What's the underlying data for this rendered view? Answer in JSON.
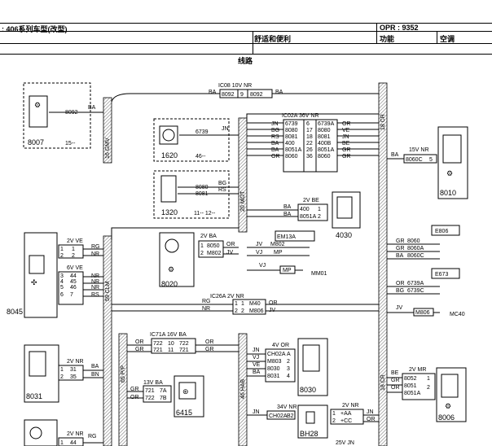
{
  "header": {
    "vehicle": ": 406系列车型(改型)",
    "opr": "OPR : 9352",
    "section": "舒适和便利",
    "function_label": "功能",
    "function_value": "空调",
    "wiring": "线路"
  },
  "components": [
    {
      "id": "8007",
      "label": "8007",
      "extra": "15--"
    },
    {
      "id": "1620",
      "label": "1620",
      "extra": "46--"
    },
    {
      "id": "1320",
      "label": "1320",
      "extra": "11-- 12--"
    },
    {
      "id": "8020",
      "label": "8020"
    },
    {
      "id": "8045",
      "label": "8045"
    },
    {
      "id": "8031",
      "label": "8031"
    },
    {
      "id": "6415",
      "label": "6415"
    },
    {
      "id": "8030",
      "label": "8030"
    },
    {
      "id": "4030",
      "label": "4030"
    },
    {
      "id": "8010",
      "label": "8010"
    },
    {
      "id": "8006",
      "label": "8006"
    },
    {
      "id": "BH28",
      "label": "BH28"
    }
  ],
  "bus_labels": [
    "16 GMV",
    "20 MOT",
    "59 CLM",
    "65 P/P",
    "46 HAB",
    "18 CR",
    "18 CR"
  ],
  "connectors": {
    "ic08": "IC08   10V NR",
    "ic02a": "IC02A  36V NR",
    "ic26a": "IC26A   2V NR",
    "ic71a": "IC71A  16V BA",
    "c2vbe": "2V BE",
    "c15vnr": "15V NR",
    "c2vba": "2V BA",
    "c2vve": "2V VE",
    "c6vve": "6V VE",
    "c2vnr_8031": "2V NR",
    "c13vba": "13V BA",
    "c4vor": "4V OR",
    "c34vnr": "34V NR",
    "c2vnr_bh": "2V NR",
    "c2vmr": "2V MR",
    "c2vnr_bottom": "2V NR",
    "c25v": "25V  JN"
  },
  "splices": {
    "em13a": "EM13A",
    "e806": "E806",
    "e673": "E673",
    "mm01": "MM01",
    "mc40": "MC40"
  },
  "wires": {
    "w8092a": "8092",
    "w8092b": "8092",
    "w9": "9",
    "w6739": "6739",
    "w8080": "8080",
    "w8081": "8081",
    "w400": "400",
    "w8051a": "8051A",
    "w8060": "8060",
    "w8060c": "8060C",
    "w5": "5",
    "w8050": "8050",
    "wm802": "M802",
    "wm802b": "M802",
    "wmp": "MP",
    "wmp2": "MP",
    "w8060a": "8060A",
    "w8060c2": "8060C",
    "w6739a": "6739A",
    "w6739c": "6739C",
    "wm806": "M806",
    "wm806b": "M806",
    "w8052": "8052",
    "w8051": "8051",
    "w8051a2": "8051A",
    "wch02a": "CH02A",
    "w8030": "8030",
    "w8031": "8031",
    "wm803": "M803",
    "w722": "722",
    "w721": "721",
    "w7a": "7A",
    "w7b": "7B",
    "w44": "44",
    "w45": "45",
    "w46": "46",
    "w31": "31",
    "w35": "35",
    "wplusaa": "+AA",
    "wpluscc": "+CC",
    "wb2": "B2"
  },
  "colors": {
    "ba": "BA",
    "jn": "JN",
    "bg": "BG",
    "rs": "RS",
    "be": "BE",
    "gr": "GR",
    "nr": "NR",
    "or": "OR",
    "ve": "VE",
    "jv": "JV",
    "rg": "RG",
    "bn": "BN",
    "vj": "VJ",
    "mr": "MR"
  }
}
